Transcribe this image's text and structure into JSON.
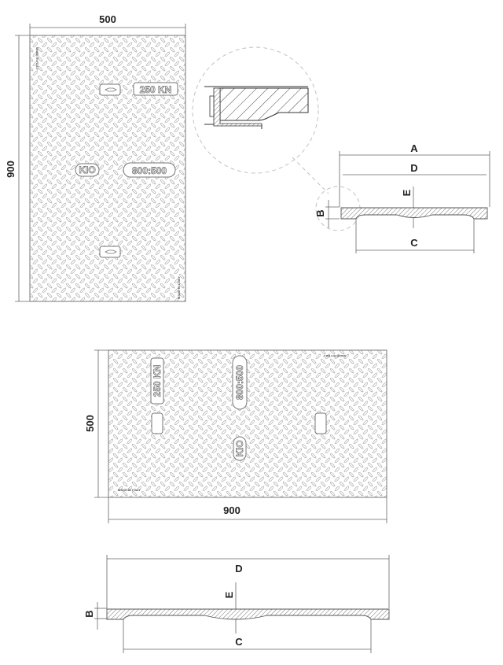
{
  "top_view": {
    "width_label": "500",
    "height_label": "900",
    "load_label": "250 KN",
    "size_label": "800:500",
    "logo": "KIO",
    "made_in": "MADE IN ITALY"
  },
  "side_view": {
    "dim_a": "A",
    "dim_b": "B",
    "dim_c": "C",
    "dim_d": "D",
    "dim_e": "E"
  },
  "bottom_view": {
    "width_label": "900",
    "height_label": "500",
    "load_label": "250 KN",
    "size_label": "800:500",
    "logo": "KIO",
    "made_in": "MADE IN ITALY"
  },
  "bottom_section": {
    "dim_b": "B",
    "dim_c": "C",
    "dim_d": "D",
    "dim_e": "E"
  }
}
